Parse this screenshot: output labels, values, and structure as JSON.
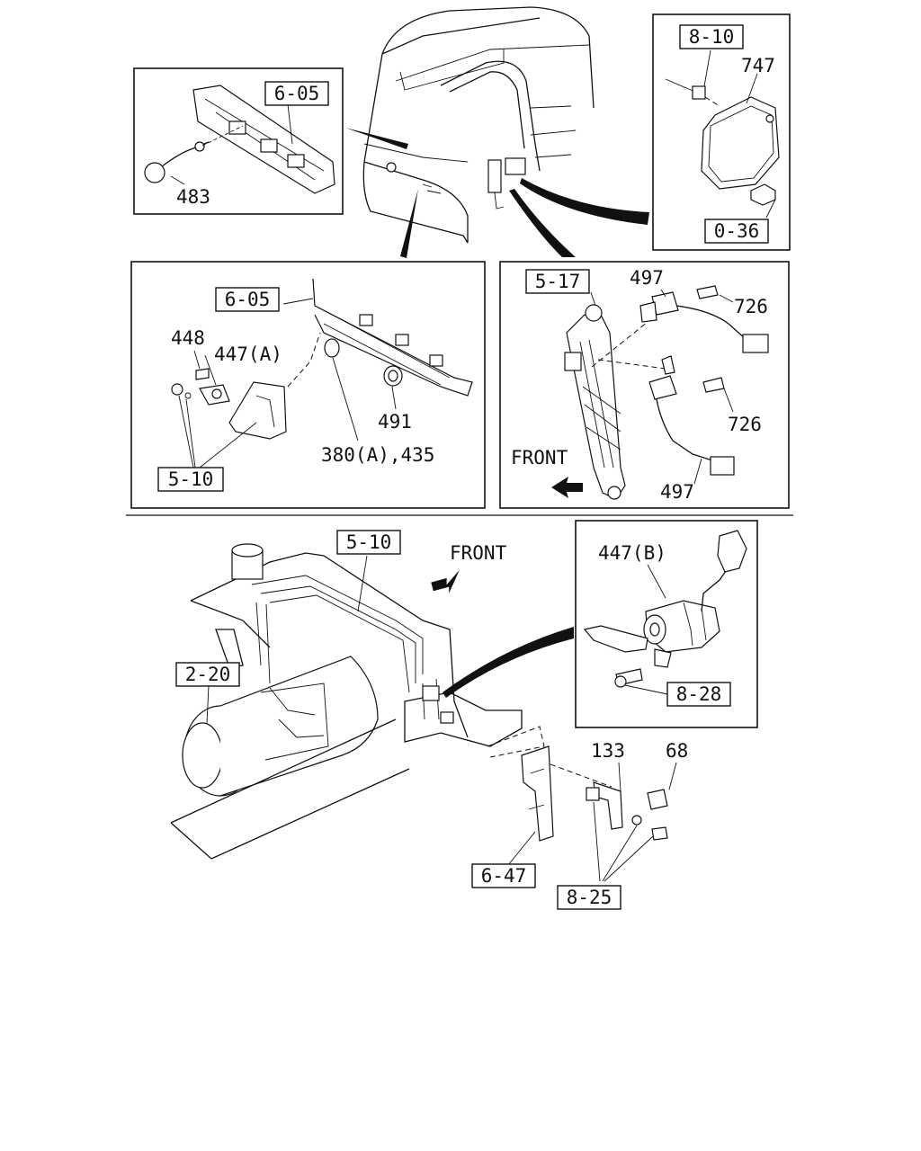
{
  "callouts": {
    "c605_top": "6-05",
    "c483": "483",
    "c810": "8-10",
    "c747": "747",
    "c036": "0-36",
    "c605_mid": "6-05",
    "c448": "448",
    "c447a": "447(A)",
    "c491": "491",
    "c380": "380(A),435",
    "c510_mid": "5-10",
    "c517": "5-17",
    "c497_top": "497",
    "c726_top": "726",
    "c726_bot": "726",
    "c497_bot": "497",
    "front_right": "FRONT",
    "c510_low": "5-10",
    "front_low": "FRONT",
    "c447b": "447(B)",
    "c220": "2-20",
    "c828": "8-28",
    "c133": "133",
    "c68": "68",
    "c647": "6-47",
    "c825": "8-25"
  }
}
